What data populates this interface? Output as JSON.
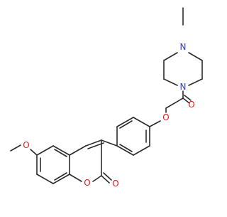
{
  "molecule": {
    "atom_labels": {
      "n_top": "N",
      "n_bottom": "N",
      "o_carbonyl_amide": "O",
      "o_ether": "O",
      "o_methoxy": "O",
      "o_ring": "O",
      "o_carbonyl_lactone": "O"
    },
    "colors": {
      "bond": "#2b2b2b",
      "nitrogen": "#2f3fd0",
      "oxygen": "#e01b1b",
      "background": "#ffffff"
    }
  }
}
